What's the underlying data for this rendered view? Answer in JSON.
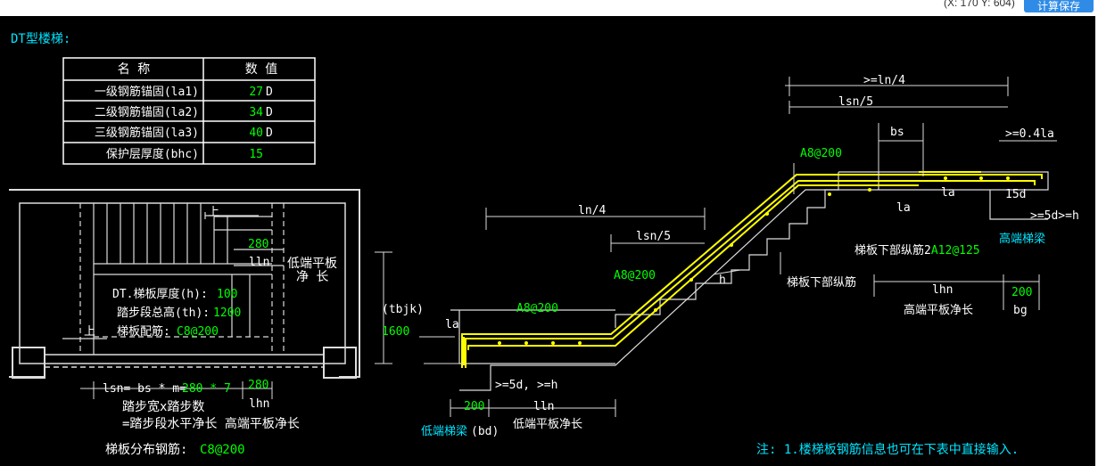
{
  "toolbar": {
    "coords": "(X: 170 Y: 604)",
    "calc_label": "计算保存"
  },
  "title": "DT型楼梯:",
  "table": {
    "headers": [
      "名 称",
      "数 值"
    ],
    "rows": [
      {
        "name": "一级钢筋锚固(la1)",
        "value": "27",
        "unit": "D"
      },
      {
        "name": "二级钢筋锚固(la2)",
        "value": "34",
        "unit": "D"
      },
      {
        "name": "三级钢筋锚固(la3)",
        "value": "40",
        "unit": "D"
      },
      {
        "name": "保护层厚度(bhc)",
        "value": "15",
        "unit": ""
      }
    ]
  },
  "plan": {
    "dim_280": "280",
    "lln": "lln",
    "low_platform_1": "低端平板",
    "low_platform_2": "净 长",
    "thickness_label": "DT.梯板厚度(h):",
    "thickness_value": "100",
    "height_label": "踏步段总高(th):",
    "height_value": "1200",
    "rebar_label": "梯板配筋:",
    "rebar_value": "C8@200",
    "up1": "上",
    "up2": "上",
    "lsn_prefix": "lsn= bs * m=",
    "lsn_value": "280 * 7",
    "bottom_280": "280",
    "bottom_lhn": "lhn",
    "desc1": "踏步宽x踏步数",
    "desc2": "=踏步段水平净长 高端平板净长",
    "dist_label": "梯板分布钢筋:",
    "dist_value": "C8@200"
  },
  "section": {
    "ln4_top": ">=ln/4",
    "lsn5_top": "lsn/5",
    "bs": "bs",
    "ge04la": ">=0.4la",
    "a8_top": "A8@200",
    "la_1": "la",
    "la_2": "la",
    "d15": "15d",
    "ge5d_h_right": ">=5d>=h",
    "high_beam": "高端梯梁",
    "lower_main": "梯板下部纵筋",
    "lower_main_2": "2",
    "lower_main_val": "A12@125",
    "ln4_mid": "ln/4",
    "lsn5_mid": "lsn/5",
    "a8_mid": "A8@200",
    "h": "h",
    "lower_main_mid": "梯板下部纵筋",
    "lhn": "lhn",
    "v200": "200",
    "high_platform": "高端平板净长",
    "bg": "bg",
    "tbjk": "(tbjk)",
    "v1600": "1600",
    "la_left": "la",
    "a8_left": "A8@200",
    "ge5d_h_left": ">=5d, >=h",
    "v200_bottom": "200",
    "lln": "lln",
    "low_beam": "低端梯梁",
    "bd": "(bd)",
    "low_platform": "低端平板净长"
  },
  "note": "注: 1.楼梯板钢筋信息也可在下表中直接输入.",
  "colors": {
    "background": "#000000",
    "line": "#ffffff",
    "rebar": "#ffff00",
    "value": "#00ff00",
    "cyan": "#00e5ff"
  }
}
